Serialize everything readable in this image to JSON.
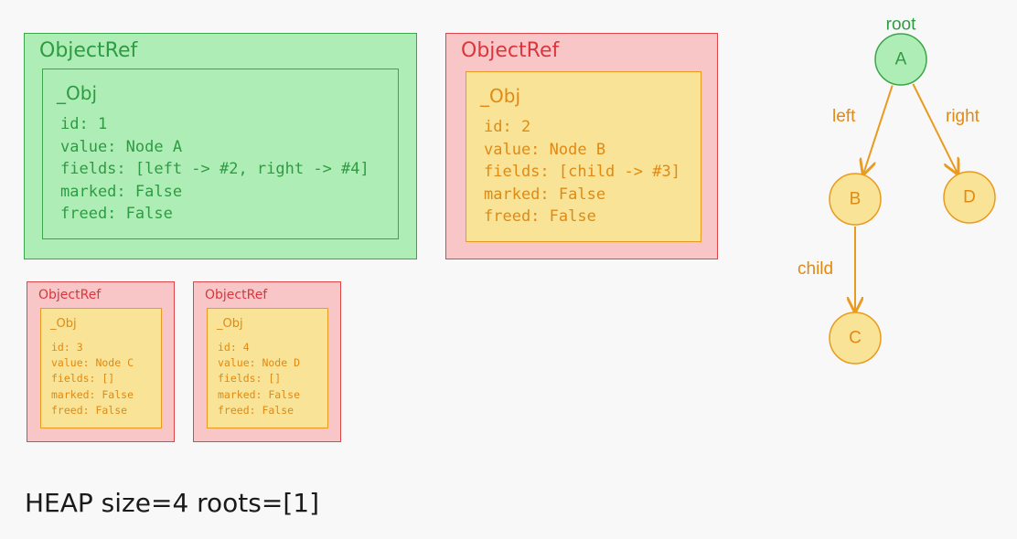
{
  "objects": [
    {
      "ref_label": "ObjectRef",
      "obj_label": "_Obj",
      "id": "id: 1",
      "value": "value: Node A",
      "fields": "fields: [left -> #2, right -> #4]",
      "marked": "marked: False",
      "freed": "freed: False",
      "status": "root"
    },
    {
      "ref_label": "ObjectRef",
      "obj_label": "_Obj",
      "id": "id: 2",
      "value": "value: Node B",
      "fields": "fields: [child -> #3]",
      "marked": "marked: False",
      "freed": "freed: False",
      "status": "unmarked"
    },
    {
      "ref_label": "ObjectRef",
      "obj_label": "_Obj",
      "id": "id: 3",
      "value": "value: Node C",
      "fields": "fields: []",
      "marked": "marked: False",
      "freed": "freed: False",
      "status": "unmarked"
    },
    {
      "ref_label": "ObjectRef",
      "obj_label": "_Obj",
      "id": "id: 4",
      "value": "value: Node D",
      "fields": "fields: []",
      "marked": "marked: False",
      "freed": "freed: False",
      "status": "unmarked"
    }
  ],
  "graph": {
    "root_label": "root",
    "nodes": [
      {
        "key": "A",
        "label": "A",
        "status": "root"
      },
      {
        "key": "B",
        "label": "B",
        "status": "unmarked"
      },
      {
        "key": "C",
        "label": "C",
        "status": "unmarked"
      },
      {
        "key": "D",
        "label": "D",
        "status": "unmarked"
      }
    ],
    "edges": [
      {
        "from": "A",
        "to": "B",
        "label": "left"
      },
      {
        "from": "A",
        "to": "D",
        "label": "right"
      },
      {
        "from": "B",
        "to": "C",
        "label": "child"
      }
    ]
  },
  "footer": "HEAP size=4 roots=[1]",
  "colors": {
    "root_fill": "#aeeeb6",
    "root_stroke": "#3aa54a",
    "root_text": "#2e9b43",
    "unmarked_fill": "#f9e396",
    "unmarked_stroke": "#e99a1f",
    "unmarked_text": "#e08a14"
  }
}
